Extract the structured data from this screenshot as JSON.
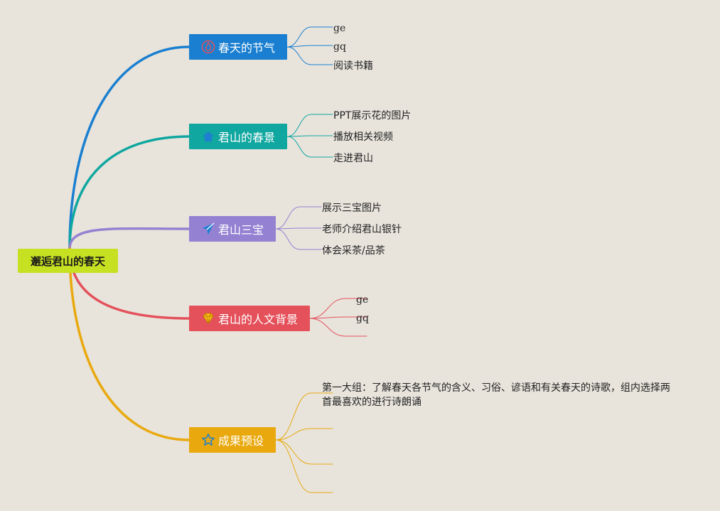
{
  "root": {
    "label": "邂逅君山的春天"
  },
  "branches": [
    {
      "label": "春天的节气",
      "color": "#1a7fd0",
      "icon": "fire-icon",
      "children": [
        "ge",
        "gq",
        "阅读书籍"
      ]
    },
    {
      "label": "君山的春景",
      "color": "#0fa7a0",
      "icon": "home-icon",
      "children": [
        "PPT展示花的图片",
        "播放相关视频",
        "走进君山"
      ]
    },
    {
      "label": "君山三宝",
      "color": "#9481d2",
      "icon": "paper-plane-icon",
      "children": [
        "展示三宝图片",
        "老师介绍君山银针",
        "体会采茶/品茶"
      ]
    },
    {
      "label": "君山的人文背景",
      "color": "#e4515b",
      "icon": "diamond-icon",
      "children": [
        "ge",
        "gq",
        ""
      ]
    },
    {
      "label": "成果预设",
      "color": "#e9a90e",
      "icon": "star-icon",
      "children": [
        "第一大组：了解春天各节气的含义、习俗、谚语和有关春天的诗歌，组内选择两首最喜欢的进行诗朗诵",
        "",
        "",
        ""
      ]
    }
  ]
}
